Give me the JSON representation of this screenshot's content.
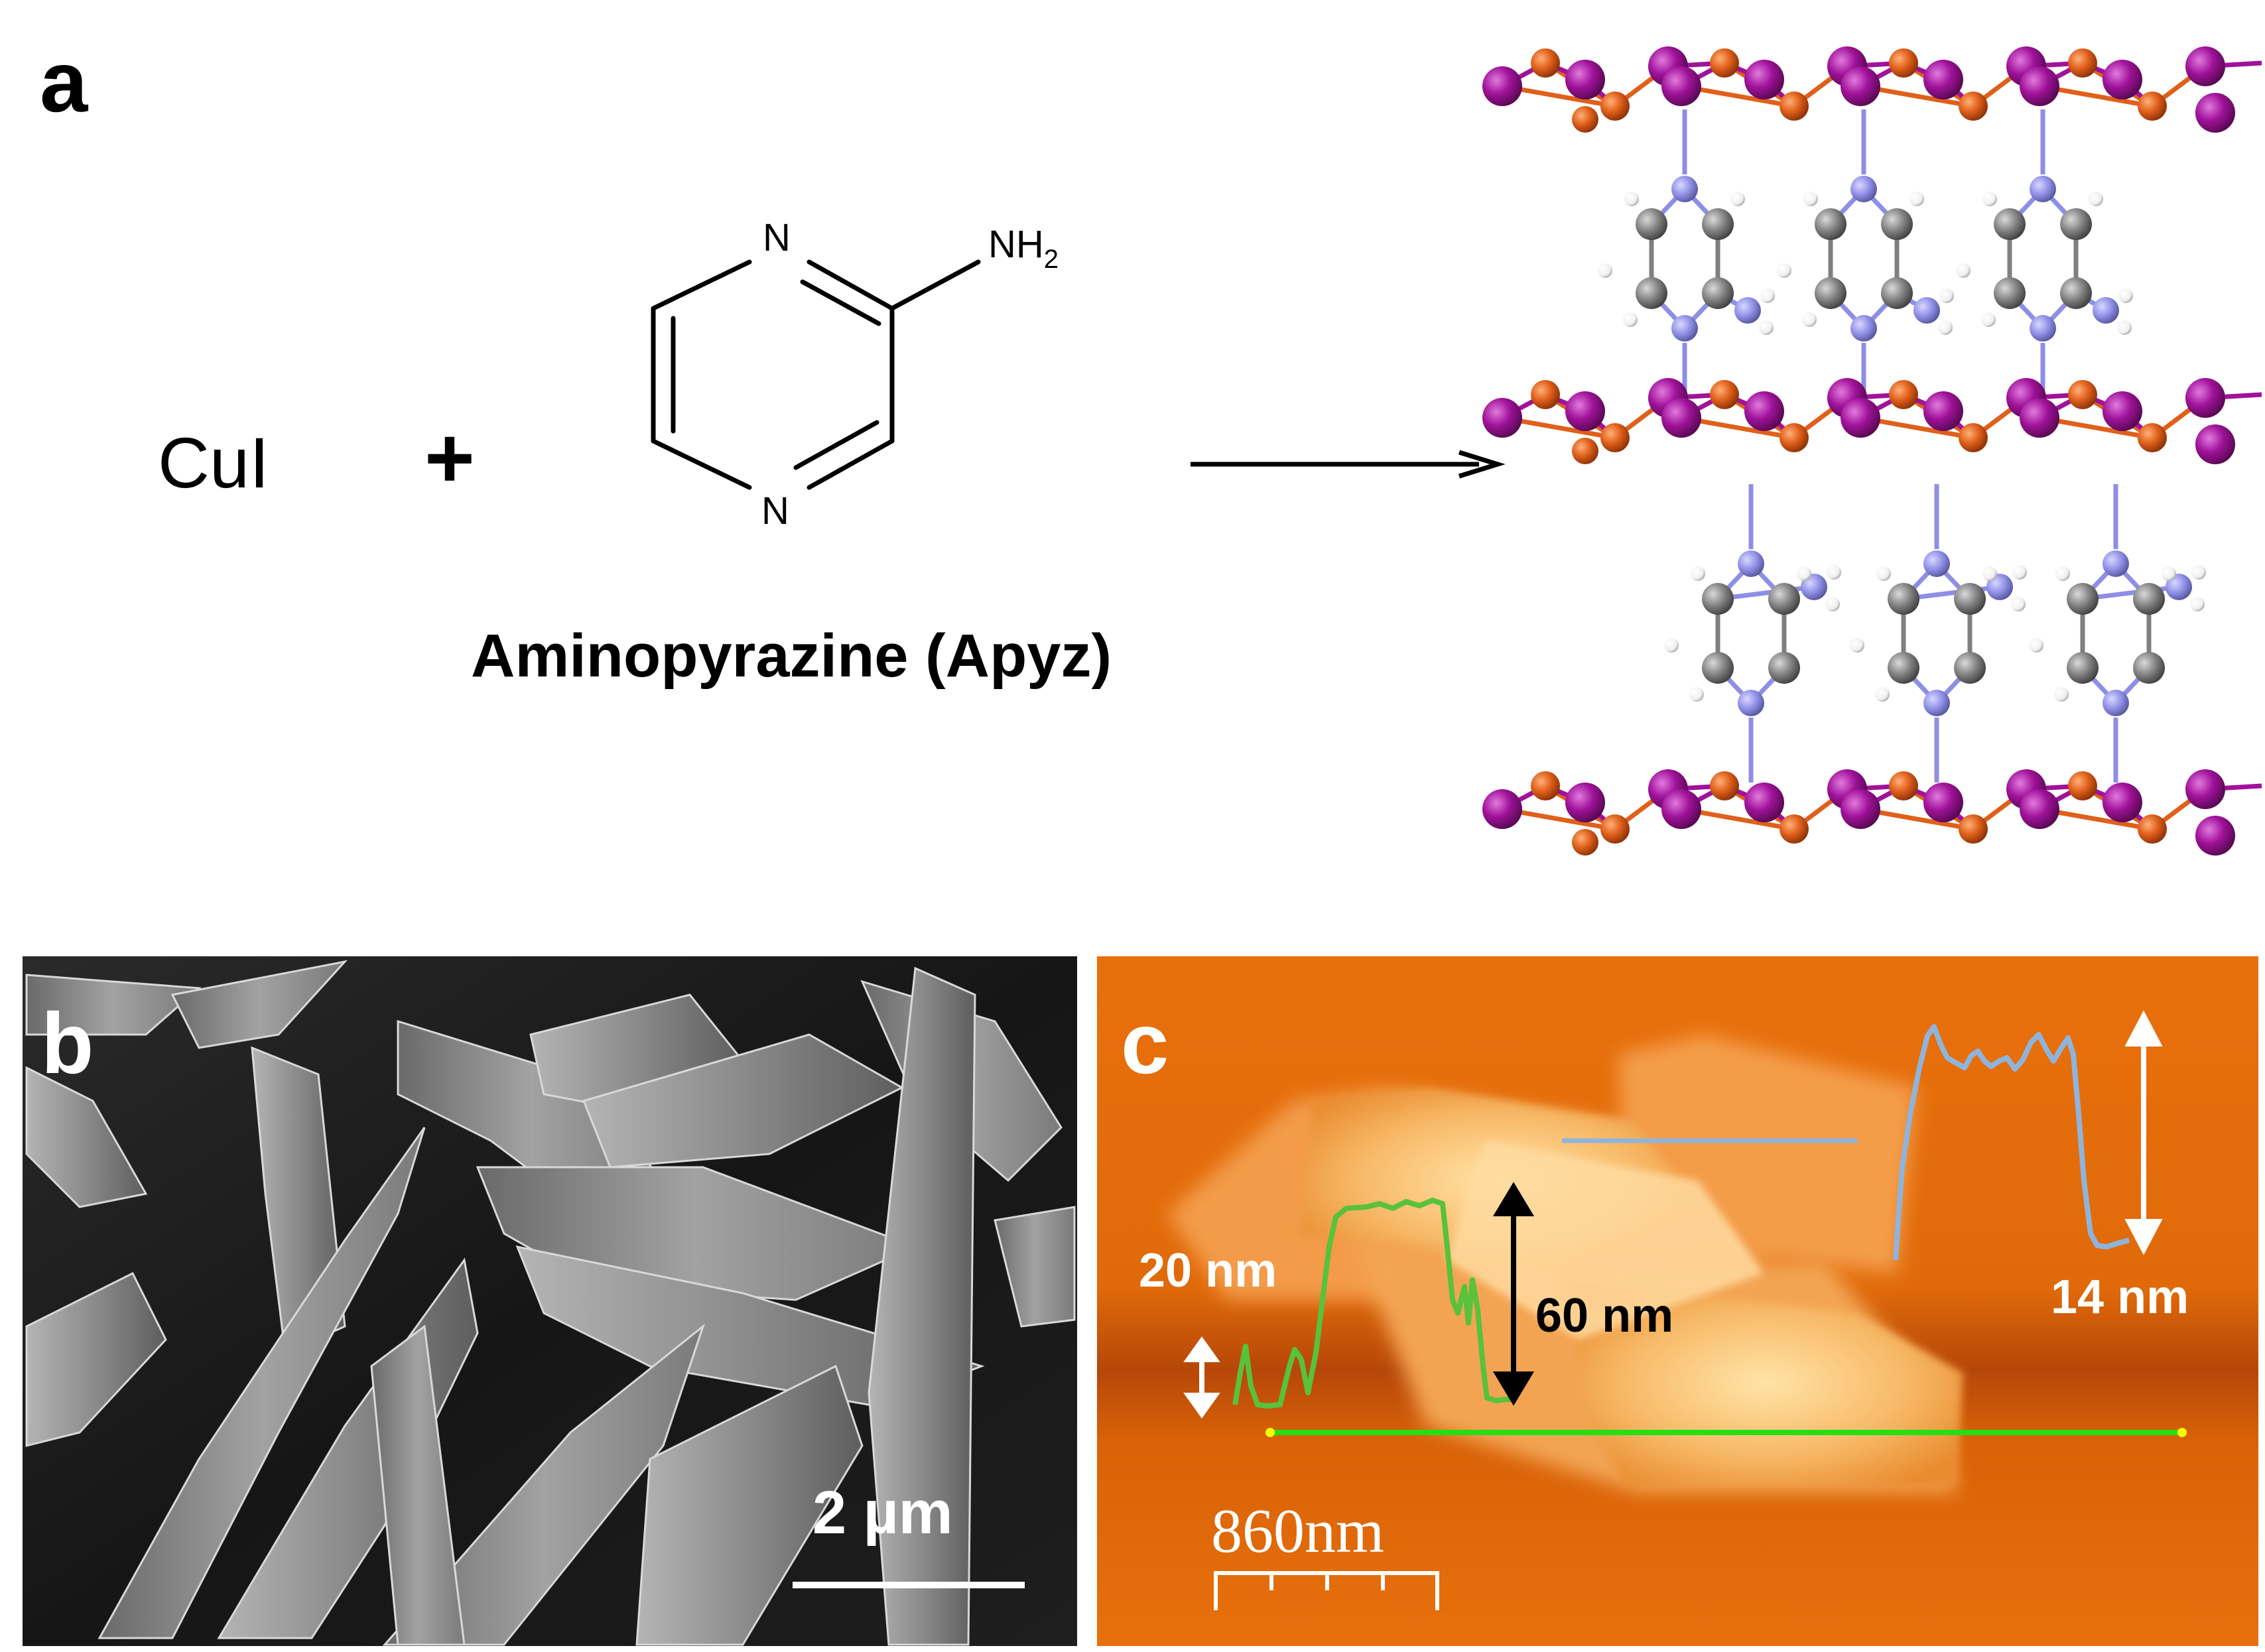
{
  "panels": {
    "a": {
      "label": "a",
      "reactant_left": "CuI",
      "plus": "+",
      "ligand": {
        "ring_n_top": "N",
        "ring_n_bottom": "N",
        "substituent": "NH",
        "substituent_subscript": "2",
        "name": "Aminopyrazine (Apyz)"
      },
      "colors": {
        "copper": "#e0601a",
        "iodine": "#a0129a",
        "nitrogen": "#8e8ee6",
        "carbon": "#7f7f7f",
        "hydrogen": "#ffffff"
      }
    },
    "b": {
      "label": "b",
      "scalebar_label": "2 µm"
    },
    "c": {
      "label": "c",
      "height_left_small": "20 nm",
      "height_left_large": "60 nm",
      "height_right": "14 nm",
      "scalebar_label": "860nm",
      "colors": {
        "profile_green": "#58c23a",
        "profile_blue": "#8fb4dc",
        "scan_line": "#22e012"
      }
    }
  }
}
